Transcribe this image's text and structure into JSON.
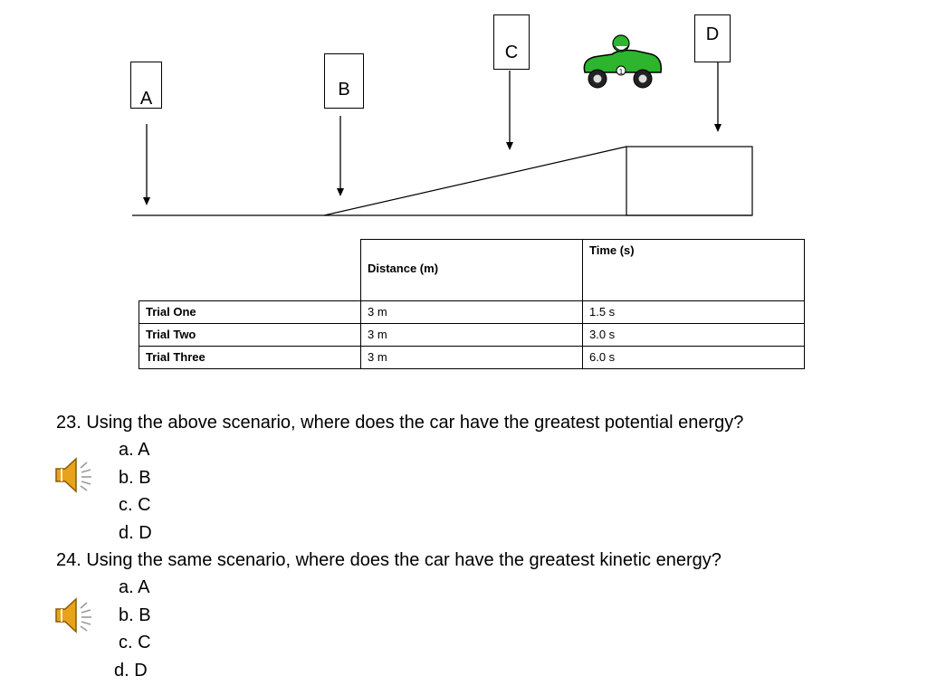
{
  "diagram": {
    "labels": {
      "a": "A",
      "b": "B",
      "c": "C",
      "d": "D"
    },
    "car_number": "1",
    "car_color": "#2db52d"
  },
  "table": {
    "headers": [
      "",
      "Distance (m)",
      "Time (s)"
    ],
    "rows": [
      {
        "trial": "Trial One",
        "distance": "3 m",
        "time": "1.5 s"
      },
      {
        "trial": "Trial Two",
        "distance": "3 m",
        "time": "3.0 s"
      },
      {
        "trial": "Trial Three",
        "distance": "3 m",
        "time": "6.0 s"
      }
    ]
  },
  "questions": [
    {
      "text": "23.  Using the above scenario, where does the car have the greatest potential energy?",
      "options": [
        "a. A",
        "b. B",
        "c. C",
        "d. D"
      ],
      "audio_icon": "speaker-icon"
    },
    {
      "text": "24. Using the same scenario, where does the car have the greatest kinetic energy?",
      "options": [
        "a. A",
        "b. B",
        "c. C",
        "d. D"
      ],
      "audio_icon": "speaker-icon"
    }
  ],
  "colors": {
    "speaker": "#e8a21c",
    "car": "#2db52d"
  }
}
